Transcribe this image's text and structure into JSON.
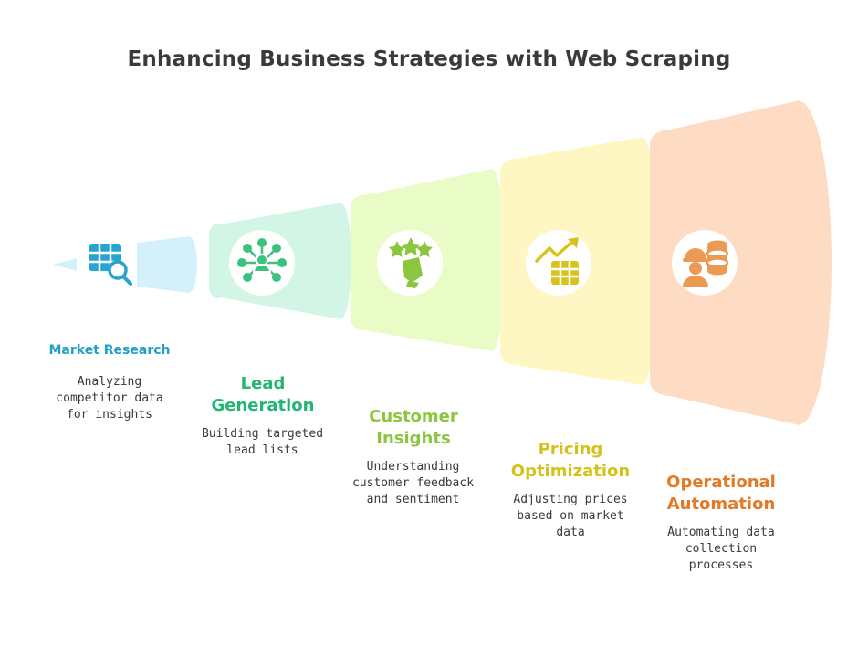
{
  "title": "Enhancing Business Strategies with Web Scraping",
  "stages": [
    {
      "key": "market-research",
      "title": "Market Research",
      "description": "Analyzing competitor data for insights",
      "icon": "table-search-icon",
      "color": "#1fa0c8"
    },
    {
      "key": "lead-generation",
      "title": "Lead Generation",
      "description": "Building targeted lead lists",
      "icon": "people-network-icon",
      "color": "#22b573"
    },
    {
      "key": "customer-insights",
      "title": "Customer Insights",
      "description": "Understanding customer feedback and sentiment",
      "icon": "stars-feedback-icon",
      "color": "#8cc63f"
    },
    {
      "key": "pricing-optimization",
      "title": "Pricing Optimization",
      "description": "Adjusting prices based on market data",
      "icon": "chart-trend-icon",
      "color": "#d4c21a"
    },
    {
      "key": "operational-automation",
      "title": "Operational Automation",
      "description": "Automating data collection processes",
      "icon": "worker-database-icon",
      "color": "#e07b2a"
    }
  ]
}
